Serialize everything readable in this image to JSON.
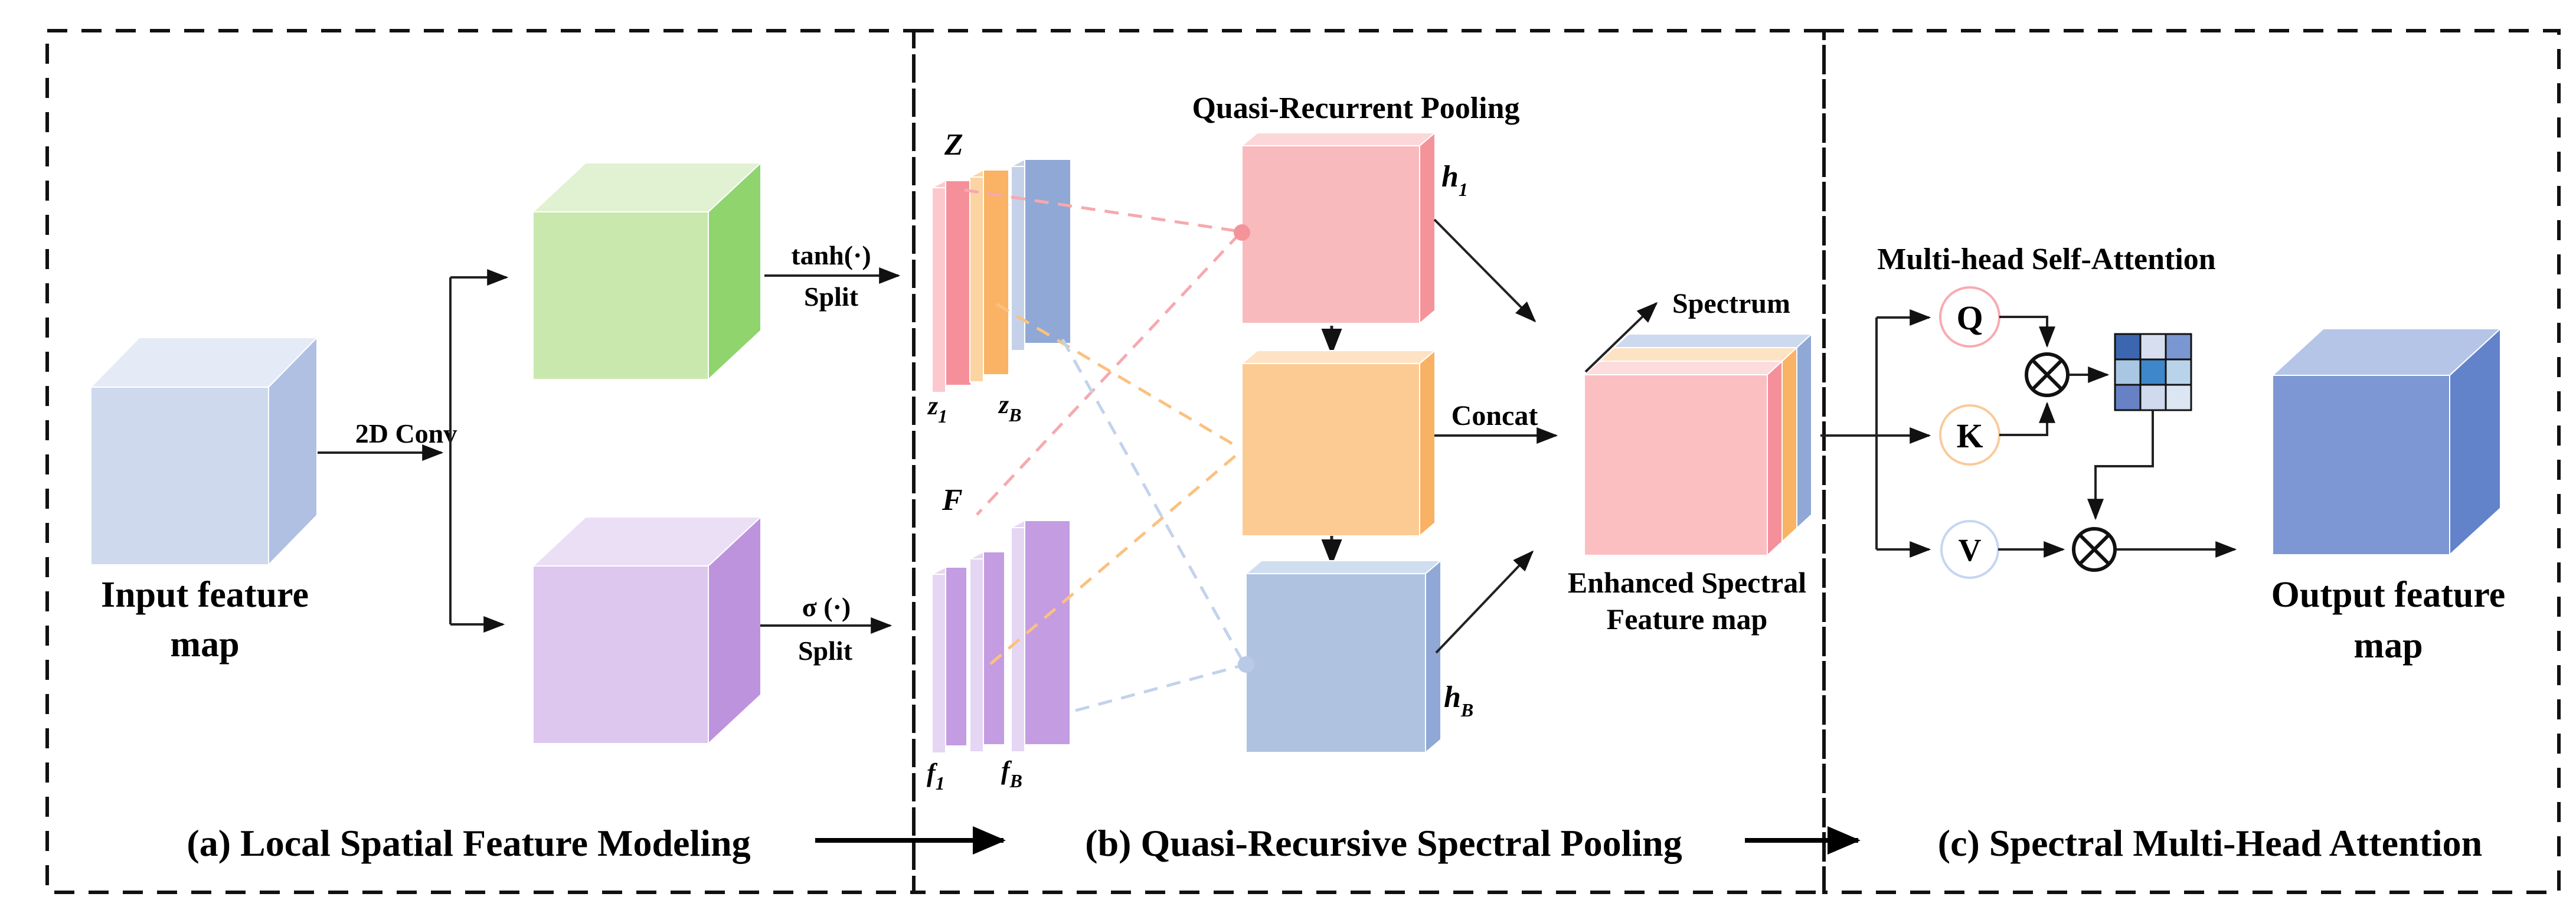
{
  "figure": {
    "type": "neural-network-architecture-diagram"
  },
  "colors": {
    "accent_blue": "#4470C8",
    "ink": "#111111",
    "input_cube": {
      "front": "#CED9ED",
      "top": "#E4EAF6",
      "side": "#AFC0E3"
    },
    "green_cube": {
      "front": "#C9E8AE",
      "top": "#E0F2D2",
      "side": "#8FD46D"
    },
    "purple_cube": {
      "front": "#DDC7EF",
      "top": "#EBDFF6",
      "side": "#BD93DD"
    },
    "z_slab_pink": {
      "main": "#F5909B",
      "light": "#FBC9CD"
    },
    "z_slab_orange": {
      "main": "#FAB264",
      "light": "#FCD4A2"
    },
    "z_slab_blue": {
      "main": "#8FA8D6",
      "light": "#C5D1E9"
    },
    "f_slab": {
      "main": "#C49CE1",
      "light": "#E5D6F3"
    },
    "h1_cube": {
      "front": "#F9BABE",
      "top": "#FCD7D9",
      "side": "#F5939B"
    },
    "orange_cube": {
      "front": "#FBCB93",
      "top": "#FDE3C4",
      "side": "#F9B163"
    },
    "hb_cube": {
      "front": "#AFC3E0",
      "top": "#CFDDF0",
      "side": "#8FA8D6"
    },
    "stack_pink": {
      "front": "#FBBFC2",
      "top": "#FDDCDE",
      "side": "#F5909B"
    },
    "stack_orange": {
      "front": "#FBCB93",
      "top": "#FDE3C4",
      "side": "#FAB264"
    },
    "stack_blue": {
      "front": "#AFC3E0",
      "top": "#CDD9EE",
      "side": "#8FA8D6"
    },
    "output_cube": {
      "front": "#7C97D3",
      "top": "#B5C5E7",
      "side": "#6283C9"
    },
    "dot_pink": "#F5939B",
    "dot_blue": "#B8CAE6",
    "dash_pink": "#F6A9AE",
    "dash_orange": "#FBC180",
    "dash_blue": "#C3D2EC",
    "q_outline": "#F7ABB0",
    "k_outline": "#FACA9B",
    "v_outline": "#C5D6F1"
  },
  "panel_a": {
    "caption": "(a) Local Spatial Feature Modeling",
    "input_label_line1": "Input feature",
    "input_label_line2": "map",
    "conv_label": "2D Conv",
    "tanh_label": "tanh(·)",
    "tanh_split_label": "Split",
    "sigma_label": "σ (·)",
    "sigma_split_label": "Split"
  },
  "panel_b": {
    "caption": "(b) Quasi-Recursive Spectral Pooling",
    "title": "Quasi-Recurrent Pooling",
    "z_group_label": "Z",
    "z_first": {
      "base": "z",
      "sub": "1"
    },
    "z_last": {
      "base": "z",
      "sub": "B"
    },
    "f_group_label": "F",
    "f_first": {
      "base": "f",
      "sub": "1"
    },
    "f_last": {
      "base": "f",
      "sub": "B"
    },
    "h_first": {
      "base": "h",
      "sub": "1"
    },
    "h_last": {
      "base": "h",
      "sub": "B"
    },
    "concat_label": "Concat",
    "spectrum_label": "Spectrum",
    "enhanced_label_line1": "Enhanced Spectral",
    "enhanced_label_line2": "Feature map"
  },
  "panel_c": {
    "caption": "(c)  Spectral Multi-Head Attention",
    "title": "Multi-head Self-Attention",
    "q_label": "Q",
    "k_label": "K",
    "v_label": "V",
    "output_label_line1": "Output feature",
    "output_label_line2": "map"
  },
  "attention_matrix": {
    "rows": 3,
    "cols": 3,
    "cells": [
      [
        "#3D66B1",
        "#D7DEF0",
        "#7B97D2"
      ],
      [
        "#A9C6E3",
        "#3E87C9",
        "#B9D4EA"
      ],
      [
        "#6781C4",
        "#CFDAEE",
        "#DCE6F3"
      ]
    ]
  }
}
